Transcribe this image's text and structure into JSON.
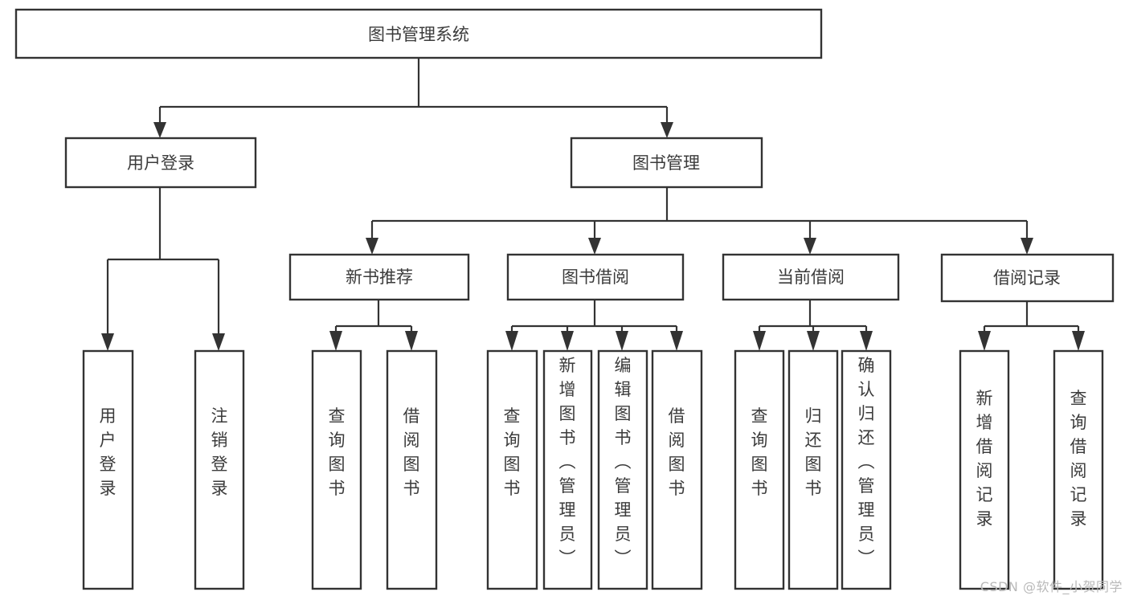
{
  "diagram": {
    "title": "图书管理系统",
    "type": "hierarchy-tree",
    "watermark": "CSDN @软件_小贺同学",
    "colors": {
      "stroke": "#333333",
      "fill": "#ffffff",
      "text": "#3b3b3b",
      "watermark": "#b9b9b9",
      "background": "#ffffff"
    },
    "levels": {
      "root": {
        "label": "图书管理系统"
      },
      "level2": [
        {
          "label": "用户登录"
        },
        {
          "label": "图书管理"
        }
      ],
      "level3": [
        {
          "label": "新书推荐"
        },
        {
          "label": "图书借阅"
        },
        {
          "label": "当前借阅"
        },
        {
          "label": "借阅记录"
        }
      ],
      "leaves": [
        {
          "label": "用户登录",
          "parent": "用户登录"
        },
        {
          "label": "注销登录",
          "parent": "用户登录"
        },
        {
          "label": "查询图书",
          "parent": "新书推荐"
        },
        {
          "label": "借阅图书",
          "parent": "新书推荐"
        },
        {
          "label": "查询图书",
          "parent": "图书借阅"
        },
        {
          "label": "新增图书（管理员）",
          "parent": "图书借阅"
        },
        {
          "label": "编辑图书（管理员）",
          "parent": "图书借阅"
        },
        {
          "label": "借阅图书",
          "parent": "图书借阅"
        },
        {
          "label": "查询图书",
          "parent": "当前借阅"
        },
        {
          "label": "归还图书",
          "parent": "当前借阅"
        },
        {
          "label": "确认归还（管理员）",
          "parent": "当前借阅"
        },
        {
          "label": "新增借阅记录",
          "parent": "借阅记录"
        },
        {
          "label": "查询借阅记录",
          "parent": "借阅记录"
        }
      ]
    }
  }
}
